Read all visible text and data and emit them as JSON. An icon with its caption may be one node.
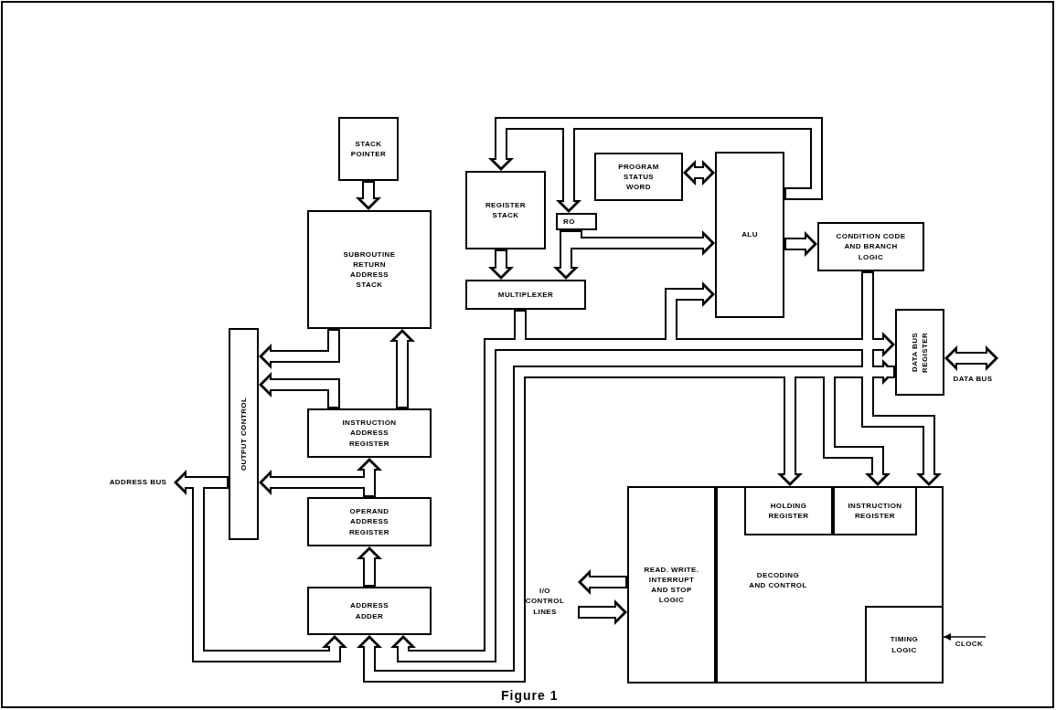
{
  "diagram": {
    "caption": "Figure 1",
    "nodes": [
      {
        "text": [
          "STACK POINTER"
        ]
      },
      {
        "text": [
          "SUBROUTINE RETURN ADDRESS STACK"
        ]
      },
      {
        "text": [
          "OUTPUT CONTROL"
        ]
      },
      {
        "text": [
          "INSTRUCTION ADDRESS REGISTER"
        ]
      },
      {
        "text": [
          "OPERAND ADDRESS REGISTER"
        ]
      },
      {
        "text": [
          "ADDRESS ADDER"
        ]
      },
      {
        "text": [
          "REGISTER STACK"
        ]
      },
      {
        "text": [
          "RO"
        ]
      },
      {
        "text": [
          "PROGRAM STATUS WORD"
        ]
      },
      {
        "text": [
          "ALU"
        ]
      },
      {
        "text": [
          "MULTIPLEXER"
        ]
      },
      {
        "text": [
          "CONDITION CODE AND BRANCH LOGIC"
        ]
      },
      {
        "text": [
          "DATA BUS REGISTER"
        ]
      },
      {
        "text": [
          "READ. WRITE. INTERRUPT AND STOP LOGIC"
        ]
      },
      {
        "text": [
          "DECODING AND CONTROL"
        ]
      },
      {
        "text": [
          "HOLDING REGISTER"
        ],
        "in": 14
      },
      {
        "text": [
          "INSTRUCTION REGISTER"
        ],
        "in": 14
      },
      {
        "text": [
          "TIMING LOGIC"
        ],
        "in": 14
      },
      {
        "text": [
          "ADDRESS BUS"
        ]
      },
      {
        "text": [
          "I/O CONTROL LINES"
        ]
      },
      {
        "text": [
          "DATA BUS"
        ]
      },
      {
        "text": [
          "CLOCK"
        ]
      }
    ],
    "edges": [
      {
        "from": 0,
        "to": 1,
        "arrow": "to"
      },
      {
        "from": 1,
        "to": 2,
        "arrow": "to"
      },
      {
        "from": 3,
        "to": 2,
        "arrow": "to"
      },
      {
        "from": 3,
        "to": 1,
        "arrow": "to"
      },
      {
        "from": 4,
        "to": 3,
        "arrow": "to"
      },
      {
        "from": 4,
        "to": 2,
        "arrow": "to"
      },
      {
        "from": 5,
        "to": 4,
        "arrow": "to"
      },
      {
        "from": 2,
        "to": 18,
        "arrow": "to"
      },
      {
        "from": 2,
        "to": 5,
        "arrow": "to"
      },
      {
        "from": 6,
        "to": 10,
        "arrow": "to"
      },
      {
        "from": 7,
        "to": 10,
        "arrow": "to"
      },
      {
        "from": 7,
        "to": 9,
        "arrow": "to"
      },
      {
        "from": 9,
        "to": 6,
        "arrow": "to"
      },
      {
        "from": 9,
        "to": 7,
        "arrow": "to"
      },
      {
        "from": 8,
        "to": 9,
        "arrow": "both"
      },
      {
        "from": 9,
        "to": 11,
        "arrow": "to"
      },
      {
        "from": 10,
        "to": 9,
        "arrow": "to"
      },
      {
        "from": 10,
        "to": 12,
        "arrow": "to"
      },
      {
        "from": 10,
        "to": 5,
        "arrow": "to"
      },
      {
        "from": 12,
        "to": 5,
        "arrow": "both"
      },
      {
        "from": 12,
        "to": 15,
        "arrow": "to"
      },
      {
        "from": 12,
        "to": 16,
        "arrow": "to"
      },
      {
        "from": 11,
        "to": 14,
        "arrow": "to"
      },
      {
        "from": 12,
        "to": 20,
        "arrow": "both"
      },
      {
        "from": 13,
        "to": 19,
        "arrow": "to"
      },
      {
        "from": 19,
        "to": 13,
        "arrow": "to"
      },
      {
        "from": 21,
        "to": 17,
        "arrow": "to"
      }
    ]
  }
}
